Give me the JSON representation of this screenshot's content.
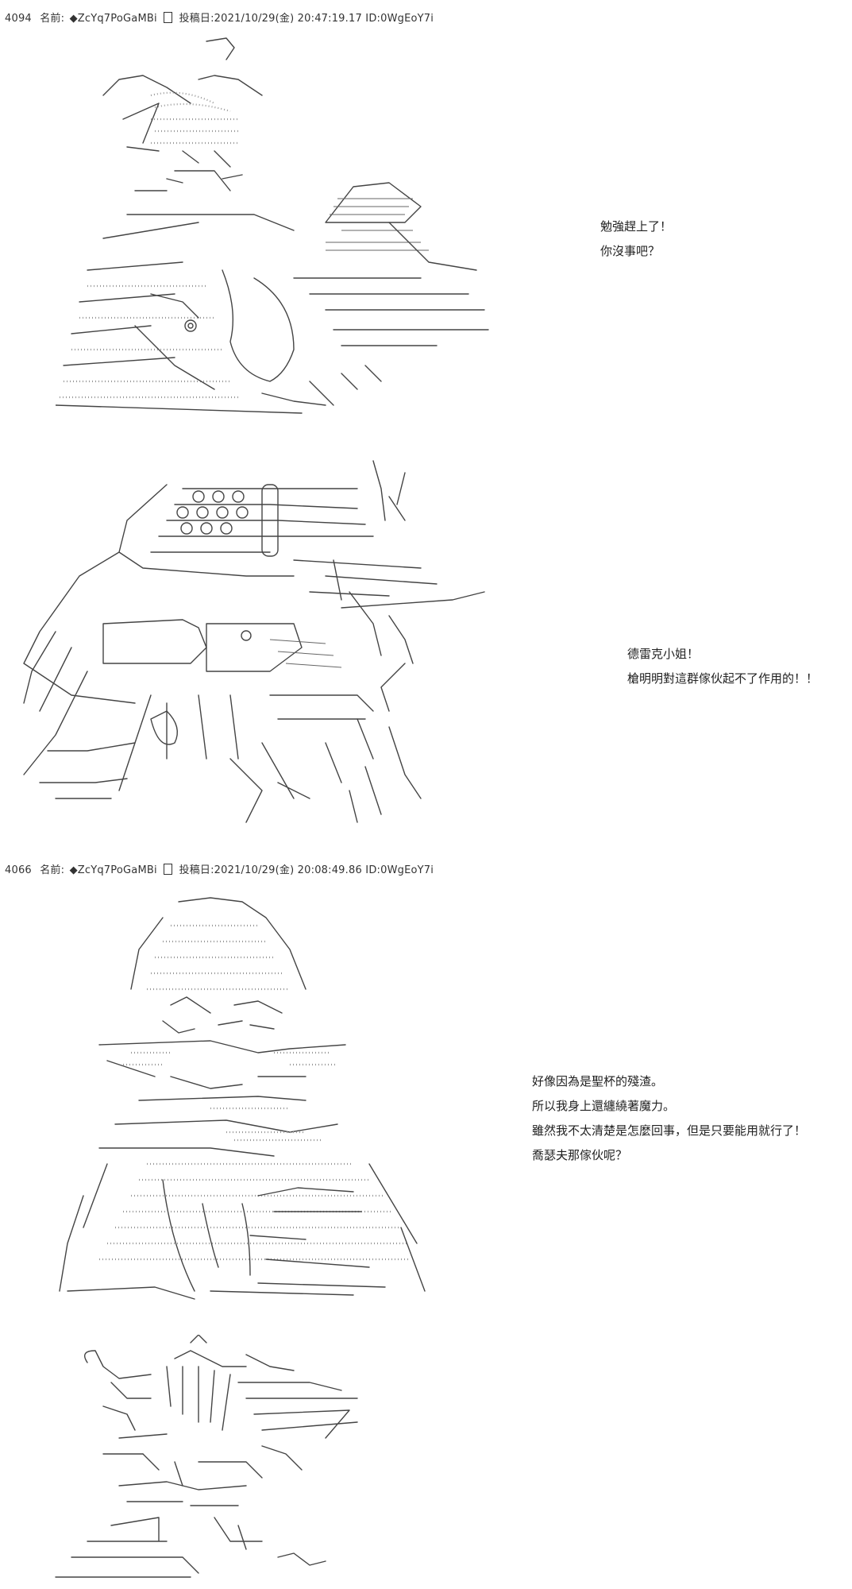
{
  "posts": [
    {
      "header": {
        "number": "4094",
        "name_label": "名前:",
        "trip": "◆ZcYq7PoGaMBi",
        "posted_label": "投稿日:2021/10/29(金) 20:47:19.17",
        "id": "ID:0WgEoY7i"
      },
      "panels": [
        {
          "lines": [
            "勉強趕上了！",
            "你沒事吧？"
          ]
        },
        {
          "lines": [
            "德雷克小姐！",
            "槍明明對這群傢伙起不了作用的！！"
          ]
        }
      ]
    },
    {
      "header": {
        "number": "4066",
        "name_label": "名前:",
        "trip": "◆ZcYq7PoGaMBi",
        "posted_label": "投稿日:2021/10/29(金) 20:08:49.86",
        "id": "ID:0WgEoY7i"
      },
      "panels": [
        {
          "lines": [
            "好像因為是聖杯的殘渣。",
            "所以我身上還纏繞著魔力。",
            "雖然我不太清楚是怎麼回事，但是只要能用就行了！",
            "喬瑟夫那傢伙呢？"
          ]
        }
      ]
    }
  ]
}
